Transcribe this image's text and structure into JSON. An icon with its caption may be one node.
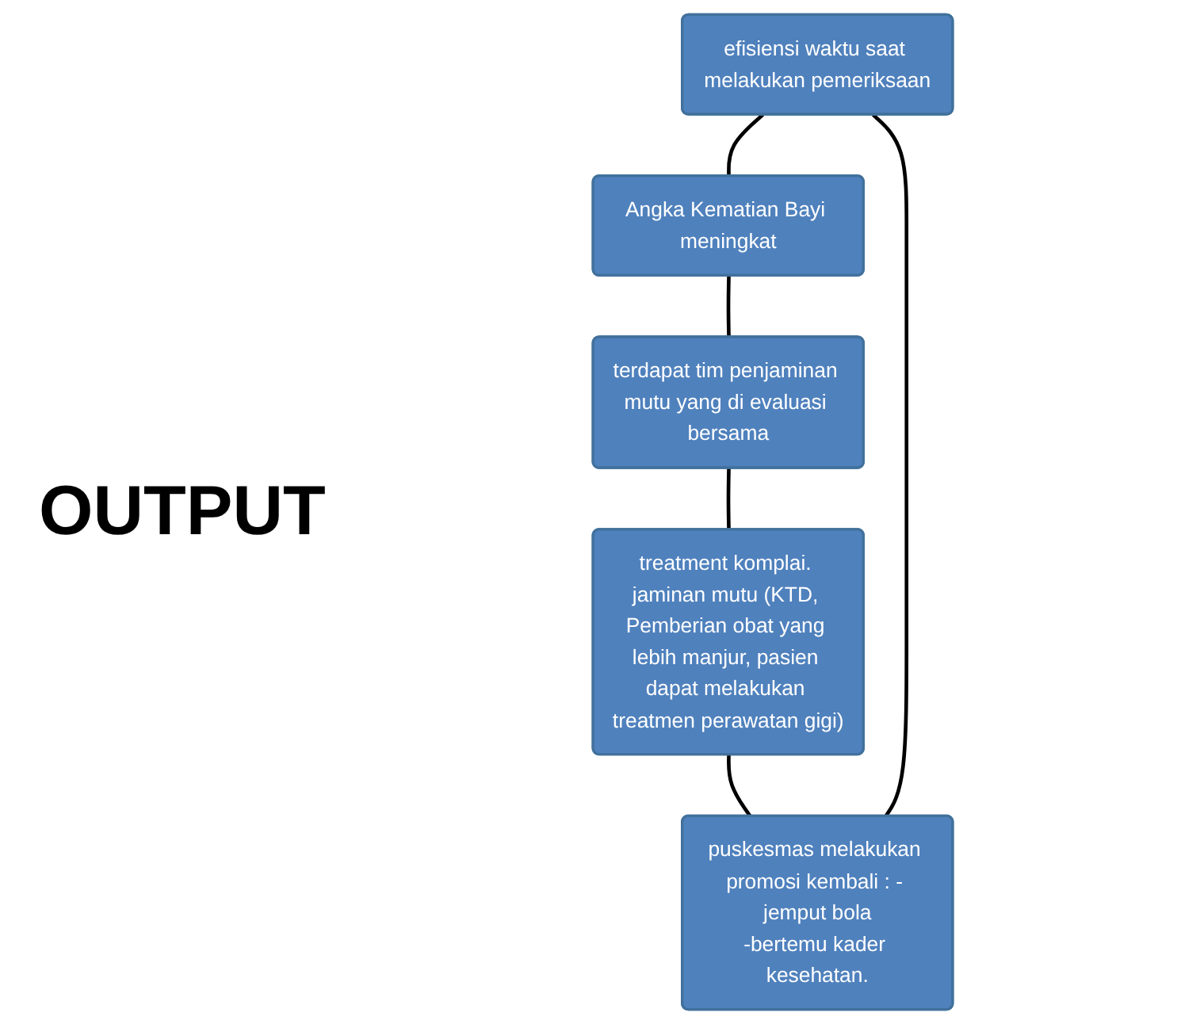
{
  "diagram": {
    "nodes": [
      {
        "text": [
          "efisiensi waktu saat melakukan pemeriksaan"
        ]
      },
      {
        "text": [
          "Angka Kematian Bayi meningkat"
        ]
      },
      {
        "text": [
          "terdapat tim penjaminan mutu yang di evaluasi bersama"
        ]
      },
      {
        "text": [
          "treatment komplai. jaminan mutu (KTD, Pemberian obat yang lebih manjur, pasien dapat melakukan treatmen perawatan gigi)"
        ]
      },
      {
        "text": [
          "puskesmas melakukan promosi kembali : - jemput bola",
          "-bertemu kader kesehatan."
        ]
      }
    ],
    "edges": [
      {
        "from": 0,
        "to": 1,
        "arrow": "none"
      },
      {
        "from": 1,
        "to": 2,
        "arrow": "none"
      },
      {
        "from": 2,
        "to": 3,
        "arrow": "none"
      },
      {
        "from": 3,
        "to": 4,
        "arrow": "none"
      },
      {
        "from": 4,
        "to": 0,
        "arrow": "none"
      }
    ],
    "labels": [
      "OUTPUT"
    ]
  }
}
